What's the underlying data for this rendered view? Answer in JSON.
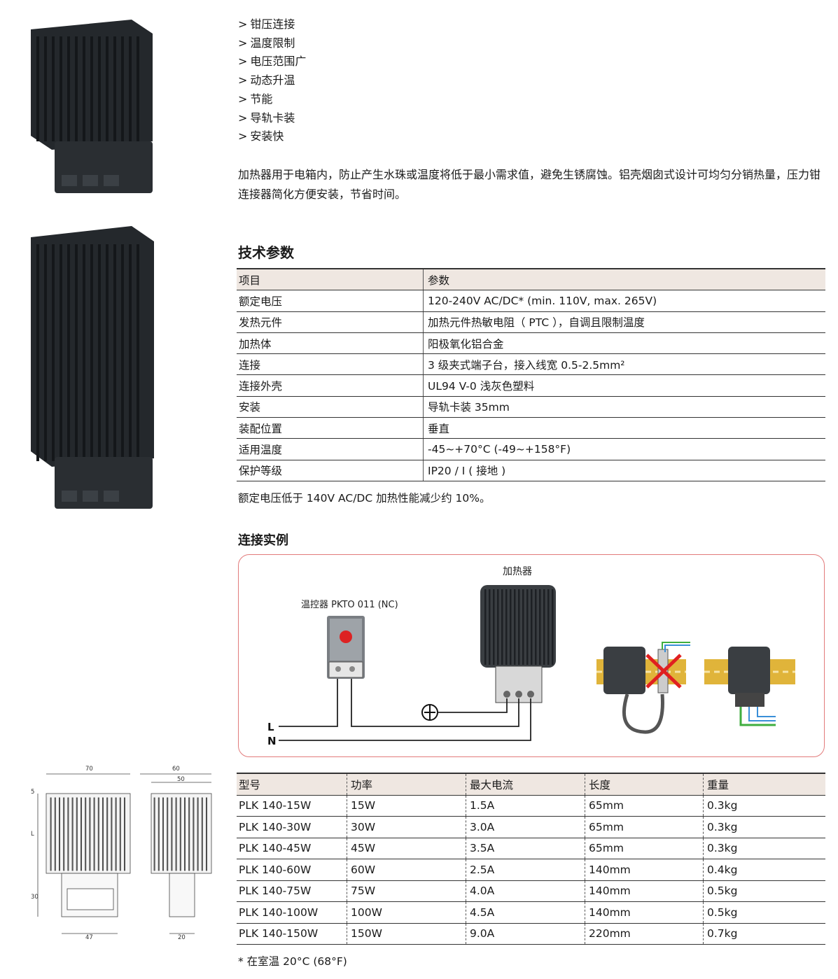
{
  "features": [
    {
      "marker": ">",
      "text": "钳压连接"
    },
    {
      "marker": ">",
      "text": "温度限制"
    },
    {
      "marker": ">",
      "text": "电压范围广"
    },
    {
      "marker": ">",
      "text": "动态升温"
    },
    {
      "marker": ">",
      "text": "节能"
    },
    {
      "marker": ">",
      "text": "导轨卡装"
    },
    {
      "marker": ">",
      "text": "安装快"
    }
  ],
  "intro": "加热器用于电箱内，防止产生水珠或温度将低于最小需求值，避免生锈腐蚀。铝壳烟囱式设计可均匀分销热量，压力钳连接器简化方便安装，节省时间。",
  "tech": {
    "title": "技术参数",
    "header": [
      "项目",
      "参数"
    ],
    "rows": [
      [
        "额定电压",
        "120-240V AC/DC* (min. 110V, max. 265V)"
      ],
      [
        "发热元件",
        "加热元件热敏电阻（ PTC ），自调且限制温度"
      ],
      [
        "加热体",
        "阳极氧化铝合金"
      ],
      [
        "连接",
        "3 级夹式端子台，接入线宽 0.5-2.5mm²"
      ],
      [
        "连接外壳",
        "UL94 V-0 浅灰色塑料"
      ],
      [
        "安装",
        "导轨卡装 35mm"
      ],
      [
        "装配位置",
        "垂直"
      ],
      [
        "适用温度",
        "-45~+70°C (-49~+158°F)"
      ],
      [
        "保护等级",
        "IP20 / I ( 接地 )"
      ]
    ],
    "note": "额定电压低于 140V AC/DC 加热性能减少约 10%。"
  },
  "wiring": {
    "title": "连接实例",
    "heater_label": "加热器",
    "thermostat_label": "温控器 PKTO 011 (NC)",
    "line_L": "L",
    "line_N": "N"
  },
  "dimensions": {
    "width_front": "70",
    "width_side": "60",
    "width_side_inner": "50",
    "top_offset": "5",
    "length": "L",
    "bottom_height": "30",
    "bottom_width_front": "47",
    "bottom_width_side": "20"
  },
  "models": {
    "header": [
      "型号",
      "功率",
      "最大电流",
      "长度",
      "重量"
    ],
    "rows": [
      [
        "PLK 140-15W",
        "15W",
        "1.5A",
        "65mm",
        "0.3kg"
      ],
      [
        "PLK 140-30W",
        "30W",
        "3.0A",
        "65mm",
        "0.3kg"
      ],
      [
        "PLK 140-45W",
        "45W",
        "3.5A",
        "65mm",
        "0.3kg"
      ],
      [
        "PLK 140-60W",
        "60W",
        "2.5A",
        "140mm",
        "0.4kg"
      ],
      [
        "PLK 140-75W",
        "75W",
        "4.0A",
        "140mm",
        "0.5kg"
      ],
      [
        "PLK 140-100W",
        "100W",
        "4.5A",
        "140mm",
        "0.5kg"
      ],
      [
        "PLK 140-150W",
        "150W",
        "9.0A",
        "220mm",
        "0.7kg"
      ]
    ]
  },
  "footnote": "* 在室温 20°C (68°F)",
  "colors": {
    "header_bg": "#efe7e1",
    "diagram_border": "#e27b7b",
    "heater_body": "#2b2f33",
    "rail": "#e0b43a",
    "wire_green": "#3fae3f",
    "wire_blue": "#3a8fd8",
    "cross_red": "#e02020"
  }
}
